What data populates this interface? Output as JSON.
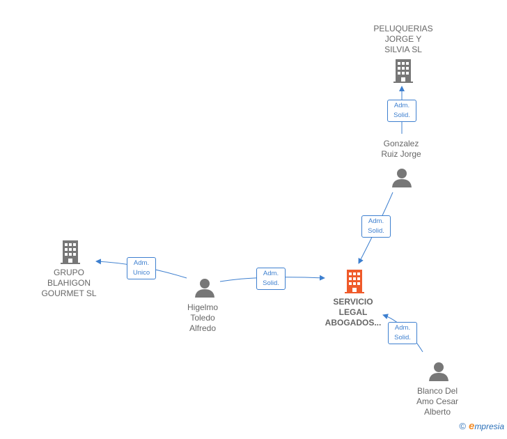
{
  "colors": {
    "company_gray": "#777777",
    "company_highlight": "#ef5a2a",
    "person_gray": "#777777",
    "link_blue": "#3d7fcf",
    "label_gray": "#666666"
  },
  "nodes": {
    "peluquerias": {
      "label": "PELUQUERIAS\nJORGE Y\nSILVIA SL",
      "icon": "building-icon"
    },
    "gonzalez": {
      "label": "Gonzalez\nRuiz Jorge",
      "icon": "person-icon"
    },
    "grupo": {
      "label": "GRUPO\nBLAHIGON\nGOURMET  SL",
      "icon": "building-icon"
    },
    "higelmo": {
      "label": "Higelmo\nToledo\nAlfredo",
      "icon": "person-icon"
    },
    "servicio": {
      "label": "SERVICIO\nLEGAL\nABOGADOS...",
      "icon": "building-icon"
    },
    "blanco": {
      "label": "Blanco Del\nAmo Cesar\nAlberto",
      "icon": "person-icon"
    }
  },
  "edges": {
    "gonzalez_peluquerias": "Adm.\nSolid.",
    "gonzalez_servicio": "Adm.\nSolid.",
    "higelmo_grupo": "Adm.\nUnico",
    "higelmo_servicio": "Adm.\nSolid.",
    "blanco_servicio": "Adm.\nSolid."
  },
  "brand": {
    "copyright": "©",
    "e": "e",
    "rest": "mpresia"
  }
}
